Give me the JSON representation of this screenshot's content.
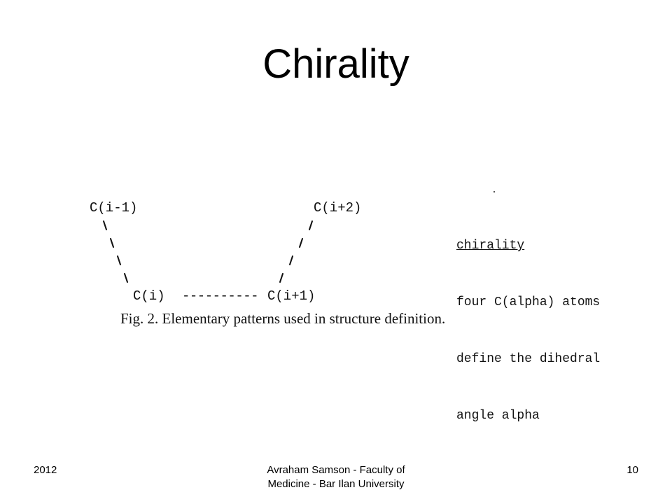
{
  "slide": {
    "title": "Chirality"
  },
  "figure": {
    "atoms": {
      "c_i_minus_1": "C(i-1)",
      "c_i": "C(i)",
      "c_i_plus_1": "C(i+1)",
      "c_i_plus_2": "C(i+2)"
    },
    "bond_dashes": "----------",
    "legend": {
      "heading": "chirality",
      "lines": [
        "four C(alpha) atoms",
        "define the dihedral",
        "angle alpha"
      ]
    },
    "caption": "Fig. 2.  Elementary patterns used in structure definition."
  },
  "footer": {
    "left": "2012",
    "center_line1": "Avraham Samson - Faculty of",
    "center_line2": "Medicine - Bar Ilan University",
    "page_number": "10"
  }
}
